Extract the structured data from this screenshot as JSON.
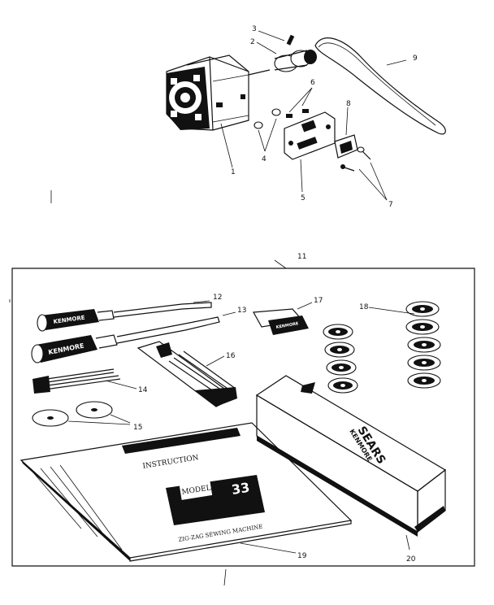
{
  "callouts": {
    "c1": "1",
    "c2": "2",
    "c3": "3",
    "c4": "4",
    "c5": "5",
    "c6": "6",
    "c7": "7",
    "c8": "8",
    "c9": "9",
    "c11": "11",
    "c12": "12",
    "c13": "13",
    "c14": "14",
    "c15": "15",
    "c16": "16",
    "c17": "17",
    "c18": "18",
    "c19": "19",
    "c20": "20"
  },
  "screwdriver_brand_top": "KENMORE",
  "screwdriver_brand_bottom": "KENMORE",
  "gauge_brand": "KENMORE",
  "box_brand": "SEARS",
  "box_subbrand": "KENMORE",
  "manual": {
    "title": "INSTRUCTION",
    "model_label": "MODEL",
    "model_number": "33",
    "machine_label": "ZIG-ZAG SEWING MACHINE"
  }
}
